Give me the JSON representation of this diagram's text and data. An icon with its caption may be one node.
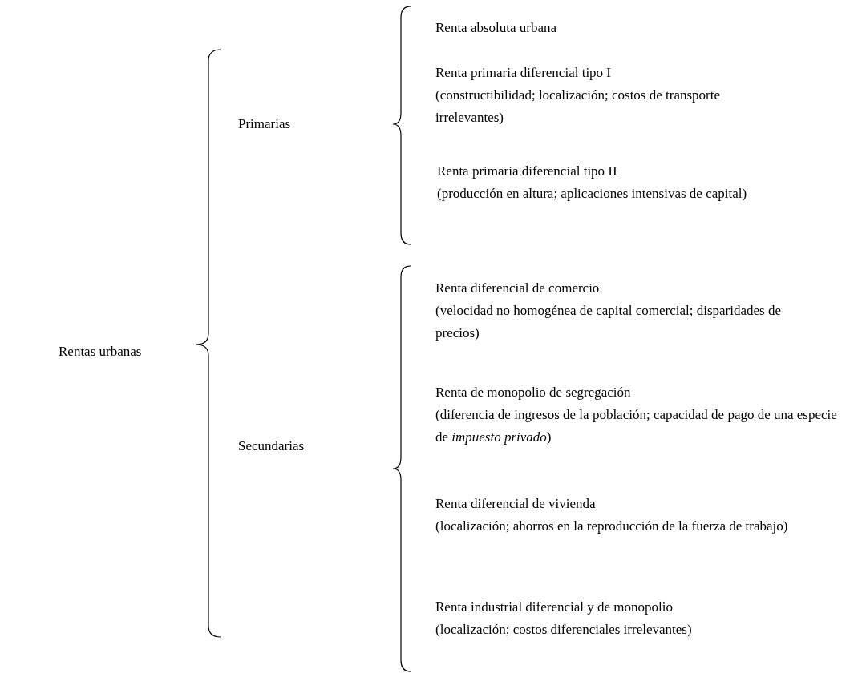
{
  "diagram": {
    "nodes": [
      {
        "text": [
          "Rentas urbanas"
        ]
      },
      {
        "text": [
          "Primarias"
        ]
      },
      {
        "text": [
          "Secundarias"
        ]
      },
      {
        "text": [
          "Renta absoluta urbana"
        ]
      },
      {
        "text": [
          "Renta primaria diferencial tipo I",
          "(constructibilidad; localización; costos de transporte irrelevantes)"
        ]
      },
      {
        "text": [
          "Renta primaria diferencial tipo II",
          "(producción en altura; aplicaciones intensivas de capital)"
        ]
      },
      {
        "text": [
          "Renta diferencial de comercio",
          "(velocidad no homogénea de capital comercial; disparidades de precios)"
        ]
      },
      {
        "text": [
          "Renta de monopolio de segregación",
          "(diferencia de ingresos de la población; capacidad de pago de una especie de *impuesto privado*)"
        ]
      },
      {
        "text": [
          "Renta diferencial de vivienda",
          "(localización; ahorros en la reproducción de la fuerza de trabajo)"
        ]
      },
      {
        "text": [
          "Renta industrial diferencial y de monopolio",
          "(localización; costos diferenciales irrelevantes)"
        ]
      }
    ]
  }
}
